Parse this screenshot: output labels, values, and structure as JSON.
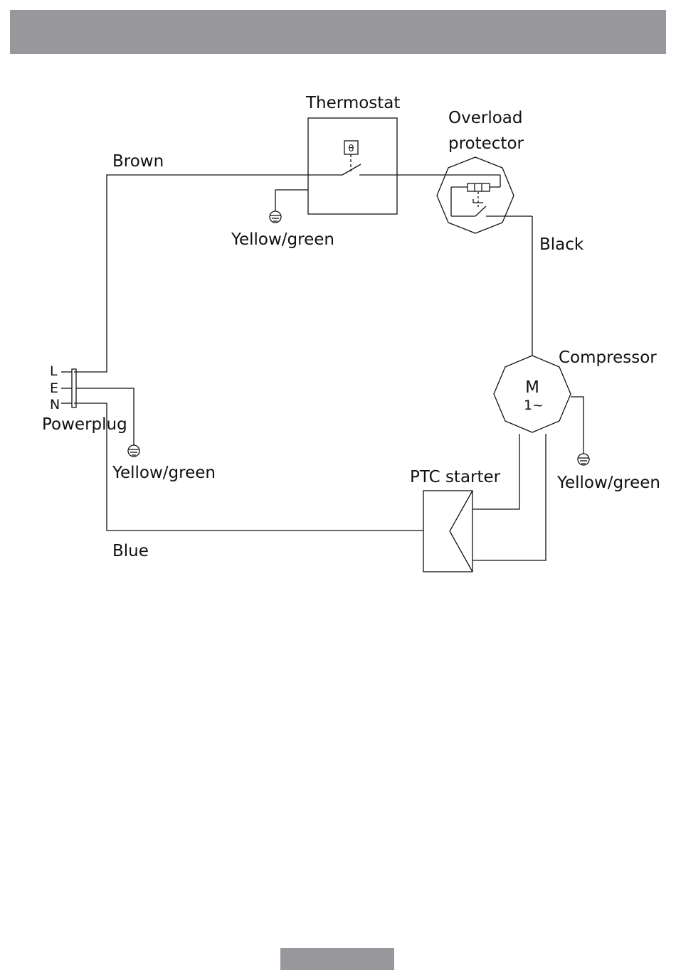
{
  "labels": {
    "thermostat": "Thermostat",
    "overload_line1": "Overload",
    "overload_line2": "protector",
    "brown": "Brown",
    "yellow_green_thermostat": "Yellow/green",
    "black": "Black",
    "compressor": "Compressor",
    "motor_m": "M",
    "motor_phase": "1~",
    "pin_l": "L",
    "pin_e": "E",
    "pin_n": "N",
    "powerplug": "Powerplug",
    "yellow_green_plug": "Yellow/green",
    "ptc_starter": "PTC starter",
    "yellow_green_compressor": "Yellow/green",
    "blue": "Blue",
    "theta": "θ"
  },
  "colors": {
    "bar": "#98979c",
    "line": "#111111"
  }
}
